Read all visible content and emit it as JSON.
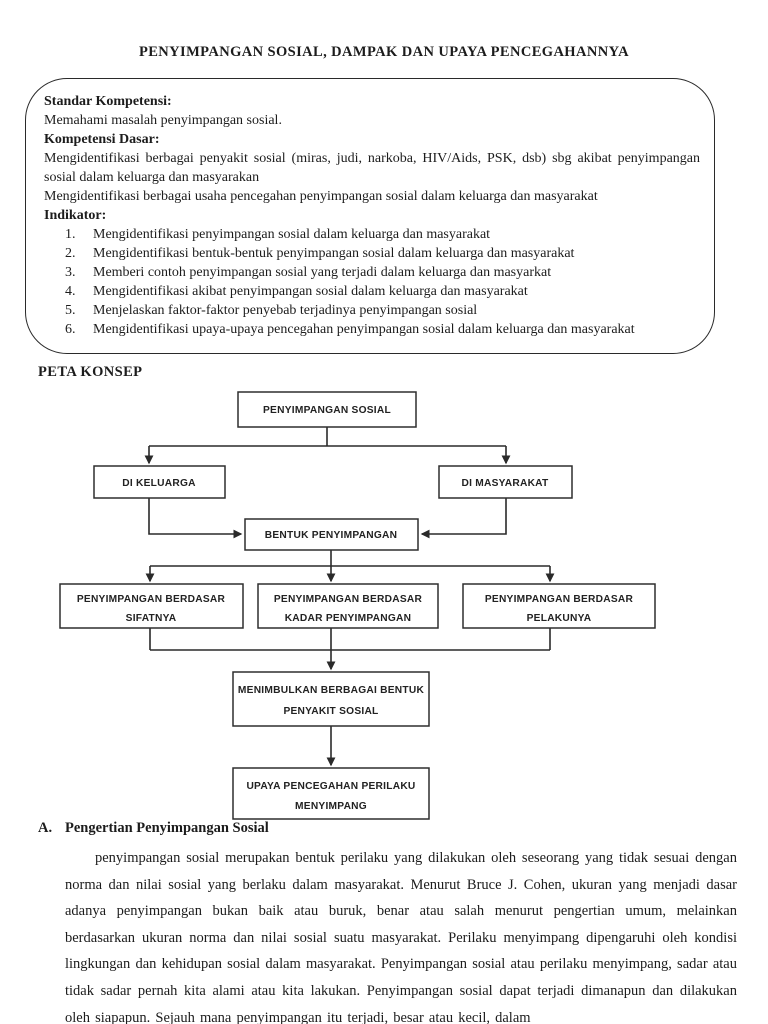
{
  "doc": {
    "title": "PENYIMPANGAN SOSIAL, DAMPAK DAN UPAYA PENCEGAHANNYA"
  },
  "colors": {
    "paper": "#ffffff",
    "ink": "#1c1c1c"
  },
  "competency": {
    "standar_heading": "Standar Kompetensi:",
    "standar_text": "Memahami masalah penyimpangan sosial.",
    "dasar_heading": "Kompetensi Dasar:",
    "dasar_items": [
      "Mengidentifikasi berbagai penyakit sosial (miras, judi, narkoba, HIV/Aids, PSK, dsb) sbg akibat penyimpangan sosial dalam keluarga dan masyarakan",
      "Mengidentifikasi berbagai usaha pencegahan penyimpangan sosial dalam keluarga dan masyarakat"
    ],
    "indikator_heading": "Indikator:",
    "indikator_items": [
      {
        "num": "1.",
        "text": "Mengidentifikasi penyimpangan sosial dalam keluarga dan masyarakat"
      },
      {
        "num": "2.",
        "text": "Mengidentifikasi bentuk-bentuk penyimpangan sosial dalam keluarga dan masyarakat"
      },
      {
        "num": "3.",
        "text": "Memberi contoh penyimpangan sosial yang terjadi dalam keluarga dan masyarkat"
      },
      {
        "num": "4.",
        "text": "Mengidentifikasi akibat penyimpangan sosial dalam keluarga dan masyarakat"
      },
      {
        "num": "5.",
        "text": "Menjelaskan faktor-faktor penyebab terjadinya penyimpangan sosial"
      },
      {
        "num": "6.",
        "text": "Mengidentifikasi upaya-upaya pencegahan penyimpangan sosial dalam keluarga dan masyarakat"
      }
    ]
  },
  "peta_konsep": {
    "heading": "PETA KONSEP",
    "nodes": [
      {
        "id": "penyimpangan-sosial",
        "lines": [
          "PENYIMPANGAN SOSIAL"
        ]
      },
      {
        "id": "di-keluarga",
        "lines": [
          "DI KELUARGA"
        ]
      },
      {
        "id": "di-masyarakat",
        "lines": [
          "DI MASYARAKAT"
        ]
      },
      {
        "id": "bentuk-penyimpangan",
        "lines": [
          "BENTUK PENYIMPANGAN"
        ]
      },
      {
        "id": "berdasar-sifatnya",
        "lines": [
          "PENYIMPANGAN BERDASAR",
          "SIFATNYA"
        ]
      },
      {
        "id": "berdasar-kadar",
        "lines": [
          "PENYIMPANGAN BERDASAR",
          "KADAR PENYIMPANGAN"
        ]
      },
      {
        "id": "berdasar-pelakunya",
        "lines": [
          "PENYIMPANGAN BERDASAR",
          "PELAKUNYA"
        ]
      },
      {
        "id": "penyakit-sosial",
        "lines": [
          "MENIMBULKAN BERBAGAI BENTUK",
          "PENYAKIT SOSIAL"
        ]
      },
      {
        "id": "upaya-pencegahan",
        "lines": [
          "UPAYA PENCEGAHAN PERILAKU",
          "MENYIMPANG"
        ]
      }
    ]
  },
  "section_a": {
    "label": "A.",
    "heading": "Pengertian Penyimpangan Sosial",
    "paragraph": "penyimpangan sosial merupakan bentuk perilaku yang dilakukan oleh seseorang yang tidak sesuai dengan norma dan nilai sosial yang berlaku dalam masyarakat. Menurut Bruce J. Cohen, ukuran yang menjadi dasar adanya penyimpangan bukan baik atau buruk, benar atau salah menurut pengertian umum, melainkan berdasarkan ukuran norma dan nilai sosial suatu masyarakat. Perilaku menyimpang dipengaruhi oleh kondisi lingkungan dan kehidupan sosial dalam masyarakat. Penyimpangan sosial atau perilaku menyimpang, sadar atau tidak sadar pernah kita alami atau kita lakukan. Penyimpangan sosial dapat terjadi dimanapun dan dilakukan oleh siapapun. Sejauh mana penyimpangan itu terjadi, besar atau kecil, dalam"
  }
}
